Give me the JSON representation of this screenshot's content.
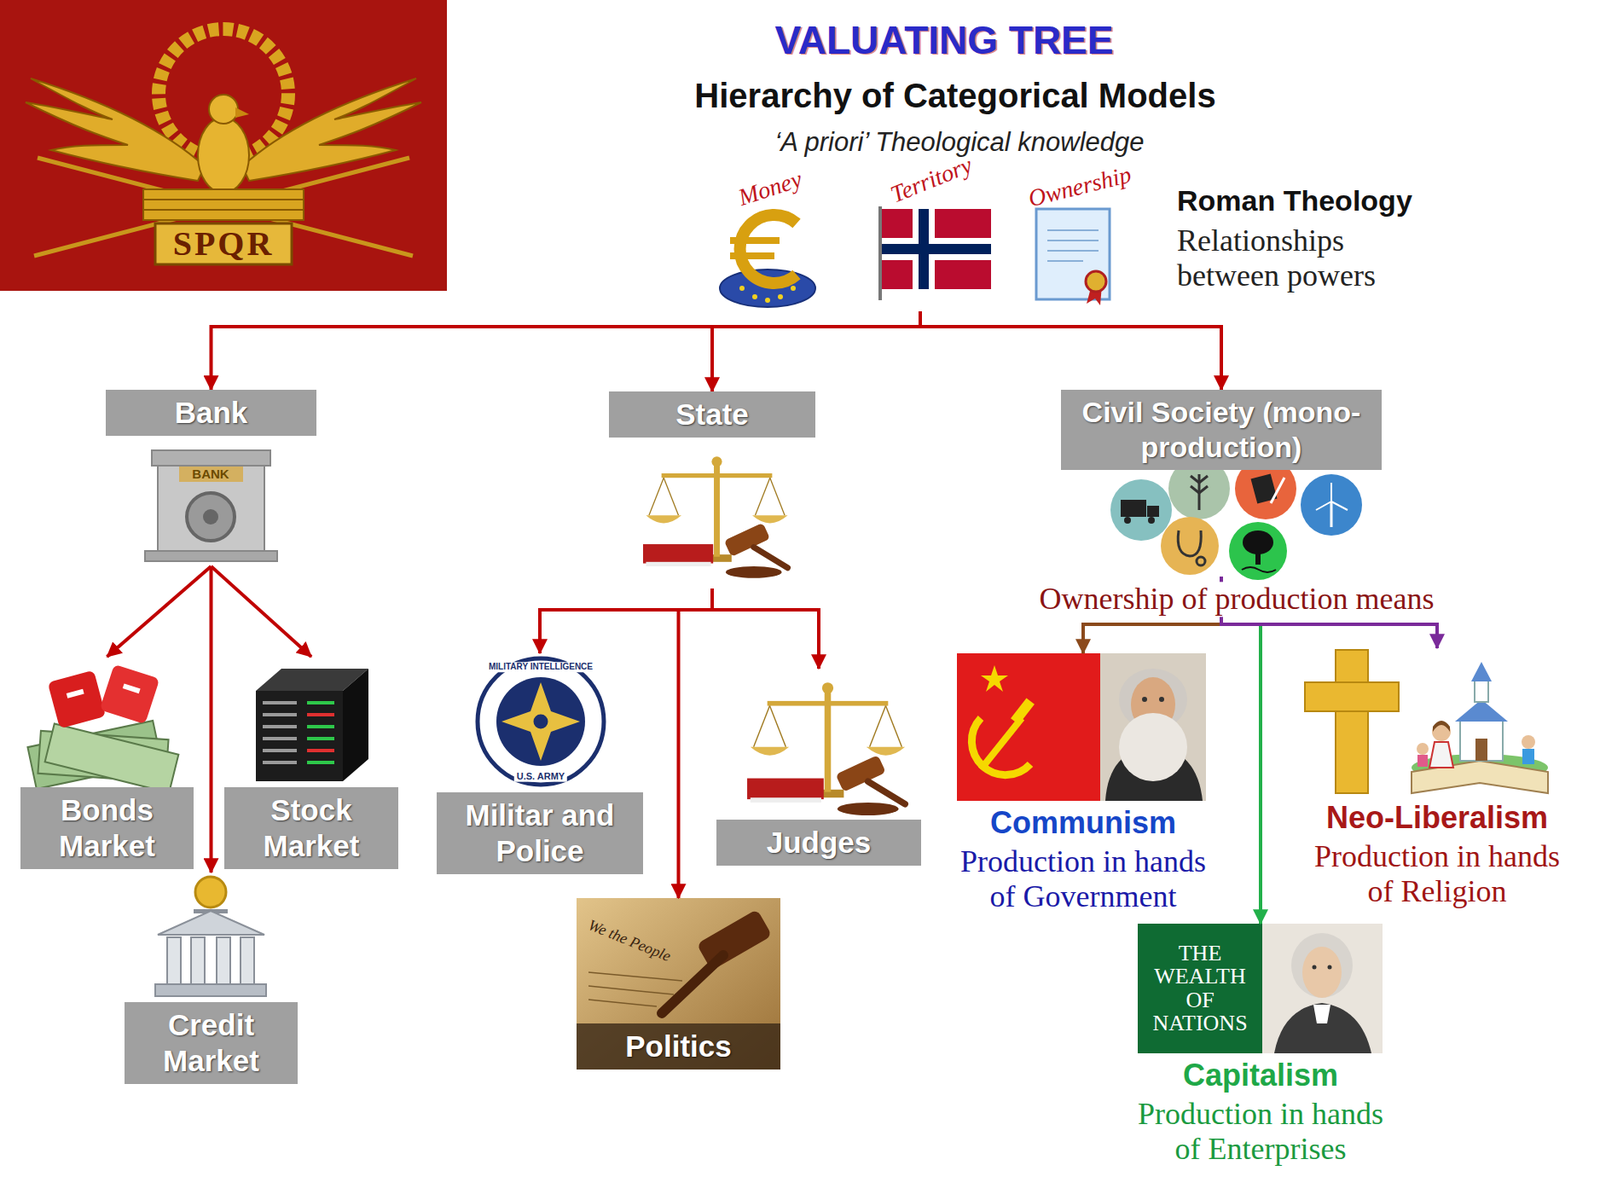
{
  "diagram": {
    "title": "VALUATING TREE",
    "nodes": [
      {
        "text": [
          "Money",
          "Territory",
          "Ownership",
          "Roman Theology",
          "Relationships between powers"
        ]
      },
      {
        "text": [
          "Bank"
        ]
      },
      {
        "text": [
          "State"
        ]
      },
      {
        "text": [
          "Civil Society (mono-production)"
        ]
      },
      {
        "text": [
          "Bonds Market"
        ]
      },
      {
        "text": [
          "Stock Market"
        ]
      },
      {
        "text": [
          "Credit Market"
        ]
      },
      {
        "text": [
          "Militar and Police"
        ]
      },
      {
        "text": [
          "Politics"
        ]
      },
      {
        "text": [
          "Judges"
        ]
      },
      {
        "text": [
          "Communism",
          "Production in hands of Government"
        ]
      },
      {
        "text": [
          "Neo-Liberalism",
          "Production in hands of Religion"
        ]
      },
      {
        "text": [
          "Capitalism",
          "Production in hands of Enterprises"
        ]
      }
    ],
    "edges": [
      {
        "from": 0,
        "to": 1,
        "arrow": "to"
      },
      {
        "from": 0,
        "to": 2,
        "arrow": "to"
      },
      {
        "from": 0,
        "to": 3,
        "arrow": "to"
      },
      {
        "from": 1,
        "to": 4,
        "arrow": "to"
      },
      {
        "from": 1,
        "to": 5,
        "arrow": "to"
      },
      {
        "from": 1,
        "to": 6,
        "arrow": "to"
      },
      {
        "from": 2,
        "to": 7,
        "arrow": "to"
      },
      {
        "from": 2,
        "to": 8,
        "arrow": "to"
      },
      {
        "from": 2,
        "to": 9,
        "arrow": "to"
      },
      {
        "from": 3,
        "to": 10,
        "arrow": "to"
      },
      {
        "from": 3,
        "to": 12,
        "arrow": "to"
      },
      {
        "from": 3,
        "to": 11,
        "arrow": "to"
      }
    ],
    "labels": [
      "Hierarchy of Categorical Models",
      "‘A priori’ Theological knowledge",
      "SPQR",
      "BANK",
      "MILITARY INTELLIGENCE",
      "U.S. ARMY",
      "We the People",
      "Ownership of production means",
      "THE WEALTH OF NATIONS"
    ]
  }
}
